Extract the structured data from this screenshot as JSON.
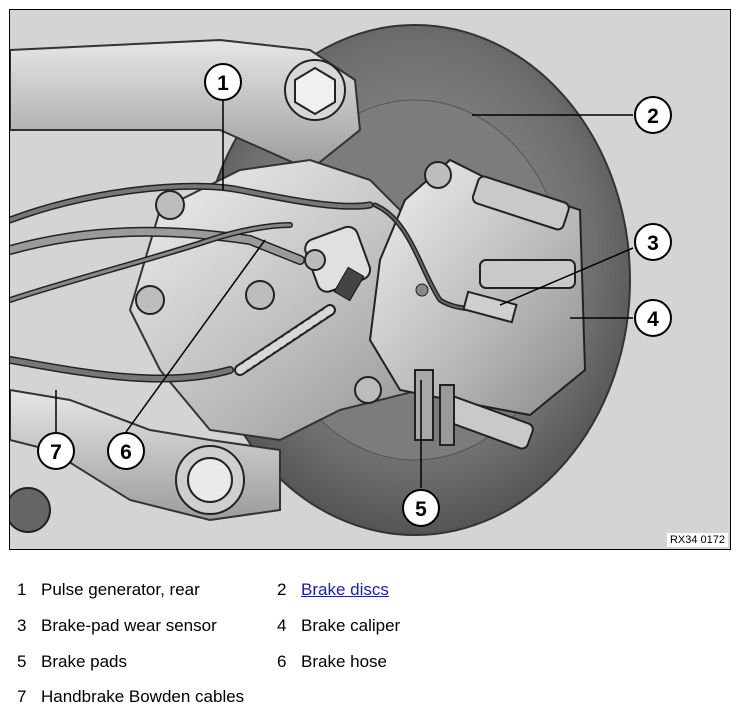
{
  "figure": {
    "code": "RX34 0172",
    "callouts": [
      "1",
      "2",
      "3",
      "4",
      "5",
      "6",
      "7"
    ]
  },
  "legend": [
    {
      "num": "1",
      "label": "Pulse generator, rear",
      "link": false
    },
    {
      "num": "2",
      "label": "Brake discs",
      "link": true
    },
    {
      "num": "3",
      "label": "Brake-pad wear sensor",
      "link": false
    },
    {
      "num": "4",
      "label": "Brake caliper",
      "link": false
    },
    {
      "num": "5",
      "label": "Brake pads",
      "link": false
    },
    {
      "num": "6",
      "label": "Brake hose",
      "link": false
    },
    {
      "num": "7",
      "label": "Handbrake Bowden cables",
      "link": false
    }
  ],
  "colors": {
    "link": "#1a1ad0",
    "background": "#d4d4d4"
  }
}
